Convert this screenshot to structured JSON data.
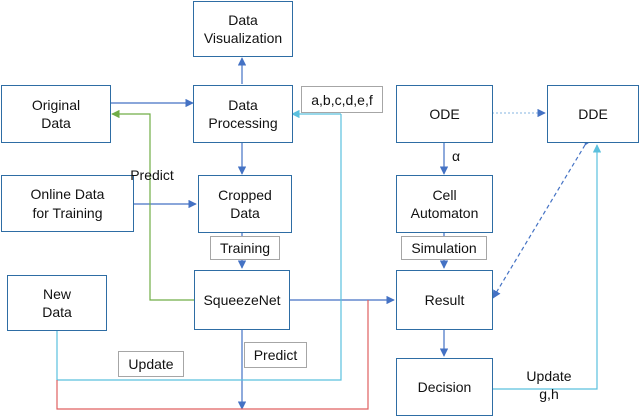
{
  "nodes": {
    "data_visualization": "Data\nVisualization",
    "original_data": "Original\nData",
    "data_processing": "Data\nProcessing",
    "ode": "ODE",
    "dde": "DDE",
    "online_data": "Online Data\nfor Training",
    "cropped_data": "Cropped\nData",
    "cell_automaton": "Cell\nAutomaton",
    "new_data": "New\nData",
    "squeezenet": "SqueezeNet",
    "result": "Result",
    "decision": "Decision"
  },
  "labels": {
    "params": "a,b,c,d,e,f",
    "training": "Training",
    "simulation": "Simulation",
    "update": "Update",
    "predict_lower": "Predict",
    "predict_upper": "Predict",
    "alpha": "α",
    "update_gh": "Update\ng,h"
  },
  "colors": {
    "box_border": "#2e6da4",
    "arrow_blue": "#4472c4",
    "arrow_cyan": "#5bc0de",
    "arrow_green": "#70ad47",
    "arrow_red": "#e06060",
    "label_border": "#a6a6a6"
  }
}
